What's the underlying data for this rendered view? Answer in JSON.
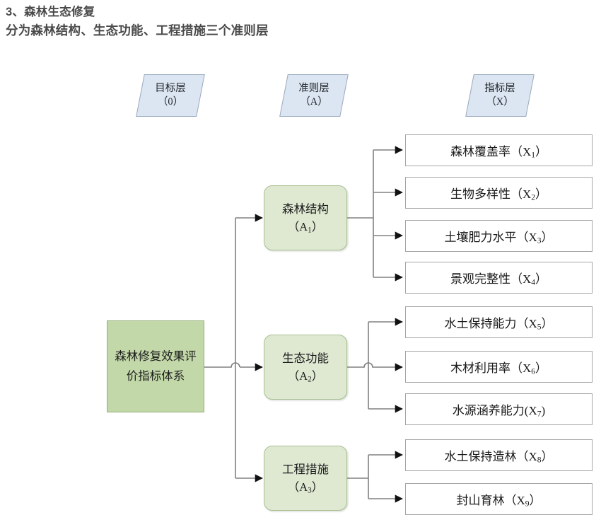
{
  "heading": {
    "line1": "3、森林生态修复",
    "line2": "分为森林结构、生态功能、工程措施三个准则层"
  },
  "layer_headers": [
    {
      "name": "goal-layer-header",
      "title": "目标层",
      "code": "（0）"
    },
    {
      "name": "criteria-layer-header",
      "title": "准则层",
      "code": "（A）"
    },
    {
      "name": "indicator-layer-header",
      "title": "指标层",
      "code": "（X）"
    }
  ],
  "goal": {
    "label": "森林修复效果评价指标体系"
  },
  "criteria": [
    {
      "label": "森林结构",
      "code_prefix": "（A",
      "code_sub": "1",
      "code_suffix": "）"
    },
    {
      "label": "生态功能",
      "code_prefix": "（A",
      "code_sub": "2",
      "code_suffix": "）"
    },
    {
      "label": "工程措施",
      "code_prefix": "（A",
      "code_sub": "3",
      "code_suffix": "）"
    }
  ],
  "indicators": [
    {
      "label": "森林覆盖率",
      "open": "（X",
      "sub": "1",
      "close": "）"
    },
    {
      "label": "生物多样性",
      "open": "（X",
      "sub": "2",
      "close": "）"
    },
    {
      "label": "土壤肥力水平",
      "open": "（X",
      "sub": "3",
      "close": "）"
    },
    {
      "label": "景观完整性",
      "open": "（X",
      "sub": "4",
      "close": "）"
    },
    {
      "label": "水土保持能力",
      "open": "（X",
      "sub": "5",
      "close": "）"
    },
    {
      "label": "木材利用率",
      "open": "（X",
      "sub": "6",
      "close": "）"
    },
    {
      "label": "水源涵养能力",
      "open": "(X",
      "sub": "7",
      "close": ")"
    },
    {
      "label": "水土保持造林",
      "open": "（X",
      "sub": "8",
      "close": "）"
    },
    {
      "label": "封山育林",
      "open": "（X",
      "sub": "9",
      "close": "）"
    }
  ],
  "colors": {
    "layer_header_fill": "#dce6f2",
    "layer_header_border": "#9aa9bd",
    "goal_fill": "#c2d8a8",
    "goal_border": "#92ae76",
    "criteria_fill": "#dfe9d2",
    "criteria_border": "#a9bf92",
    "indicator_fill": "#ffffff",
    "indicator_border": "#a6a6a6",
    "wire": "#808080",
    "heading_text": "#4a4a4a"
  }
}
